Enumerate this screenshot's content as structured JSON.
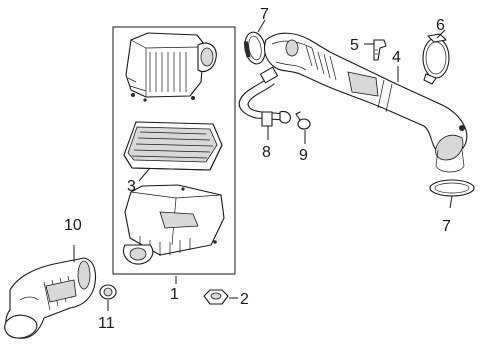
{
  "callouts": {
    "c1": "1",
    "c2": "2",
    "c3": "3",
    "c4": "4",
    "c5": "5",
    "c6": "6",
    "c7a": "7",
    "c7b": "7",
    "c8": "8",
    "c9": "9",
    "c10": "10",
    "c11": "11"
  }
}
